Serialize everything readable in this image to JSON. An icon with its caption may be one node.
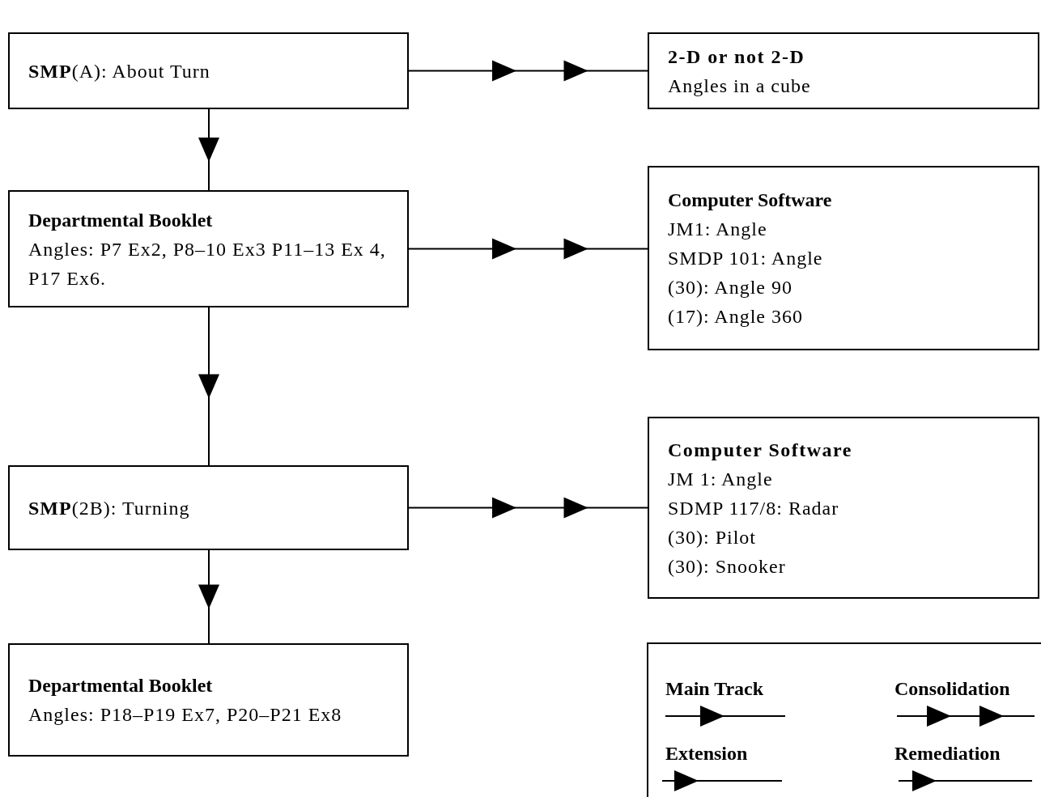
{
  "diagram": {
    "nodes": [
      {
        "text": [
          "**SMP**(A): About Turn"
        ]
      },
      {
        "text": [
          "2-D or not 2-D",
          "Angles in a cube"
        ]
      },
      {
        "text": [
          "Departmental Booklet",
          "Angles: P7 Ex2, P8–10 Ex3 P11–13 Ex 4, P17 Ex6."
        ]
      },
      {
        "text": [
          "Computer Software",
          "JM1: Angle",
          "SMDP 101: Angle",
          "(30): Angle 90",
          "(17): Angle 360"
        ]
      },
      {
        "text": [
          "**SMP**(2B): Turning"
        ]
      },
      {
        "text": [
          "Computer Software",
          "JM 1: Angle",
          "SDMP 117/8: Radar",
          "(30): Pilot",
          "(30): Snooker"
        ]
      },
      {
        "text": [
          "Departmental Booklet",
          "Angles: P18–P19 Ex7, P20–P21 Ex8"
        ]
      }
    ],
    "edges": [
      {
        "from": 0,
        "to": 1,
        "arrow": "to"
      },
      {
        "from": 0,
        "to": 2,
        "arrow": "to"
      },
      {
        "from": 2,
        "to": 3,
        "arrow": "to"
      },
      {
        "from": 2,
        "to": 4,
        "arrow": "to"
      },
      {
        "from": 4,
        "to": 5,
        "arrow": "to"
      },
      {
        "from": 4,
        "to": 6,
        "arrow": "to"
      }
    ],
    "legend": [
      {
        "text": "Main Track"
      },
      {
        "text": "Consolidation"
      },
      {
        "text": "Extension"
      },
      {
        "text": "Remediation"
      }
    ]
  }
}
